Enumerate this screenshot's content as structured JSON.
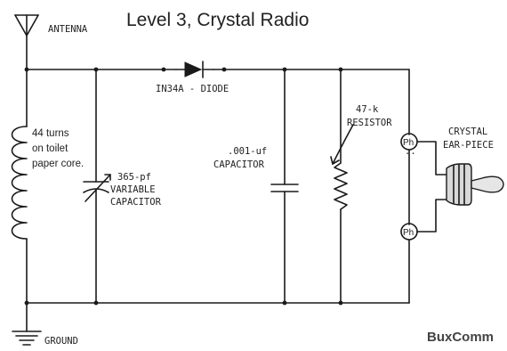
{
  "title": "Level 3, Crystal Radio",
  "brand": "BuxComm",
  "labels": {
    "antenna": "ANTENNA",
    "ground": "GROUND",
    "coil": [
      "44 turns",
      "on toilet",
      "paper core."
    ],
    "diode": "IN34A - DIODE",
    "variable_capacitor": [
      "365-pf",
      "VARIABLE",
      "CAPACITOR"
    ],
    "fixed_capacitor": [
      ".001-uf",
      "CAPACITOR"
    ],
    "resistor": [
      "47-k",
      "RESISTOR"
    ],
    "earpiece": [
      "CRYSTAL",
      "EAR-PIECE"
    ],
    "phone_jack_top": "Ph",
    "phone_jack_bottom": "Ph"
  }
}
